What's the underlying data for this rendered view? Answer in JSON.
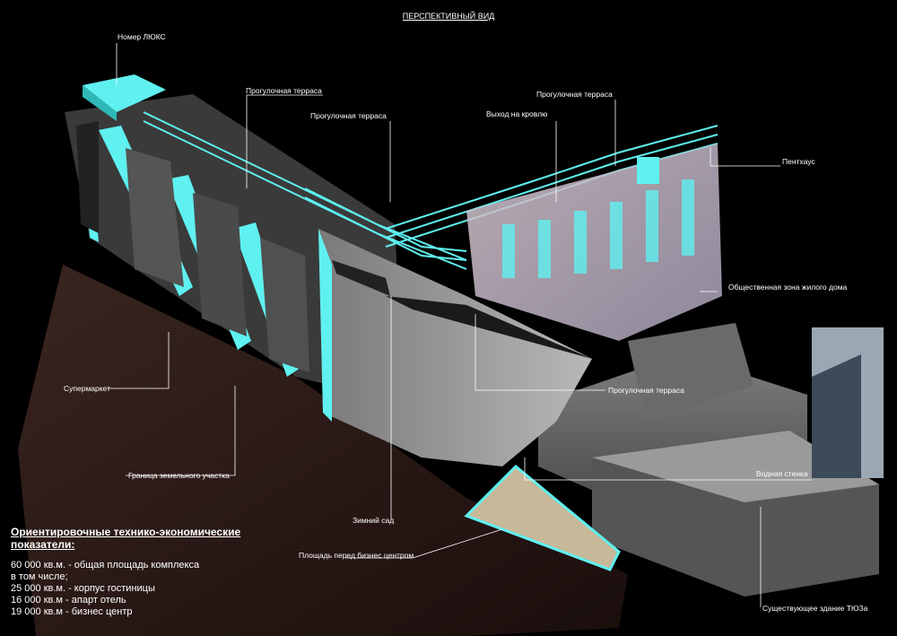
{
  "title": "ПЕРСПЕКТИВНЫЙ ВИД",
  "colors": {
    "background": "#000000",
    "accent_cyan": "#5ff0f0",
    "glass_gray": "#9a9a9a",
    "ground_brown": "#2a1a16",
    "text": "#ffffff"
  },
  "labels": {
    "suite": "Номер ЛЮКС",
    "promenade_terrace_1": "Прогулочная терраса",
    "promenade_terrace_2": "Прогулочная терраса",
    "roof_exit": "Выход на кровлю",
    "promenade_terrace_3": "Прогулочная терраса",
    "penthouse": "Пентхаус",
    "public_zone": "Общественная зона жилого дома",
    "promenade_terrace_4": "Прогулочная терраса",
    "supermarket": "Супермаркет",
    "site_boundary": "Граница земельного участка",
    "water_wall": "Водная стенка",
    "winter_garden": "Зимний сад",
    "plaza": "Площадь перед бизнес центром",
    "existing_building": "Существующее здание ТЮЗа"
  },
  "specs": {
    "heading": "Ориентировочные технико-экономические\nпоказатели:",
    "lines": [
      "60 000 кв.м. - общая площадь комплекса",
      "в том числе;",
      "25 000 кв.м. - корпус гостиницы",
      "16 000 кв.м - апарт отель",
      "19 000 кв.м - бизнес центр"
    ]
  }
}
